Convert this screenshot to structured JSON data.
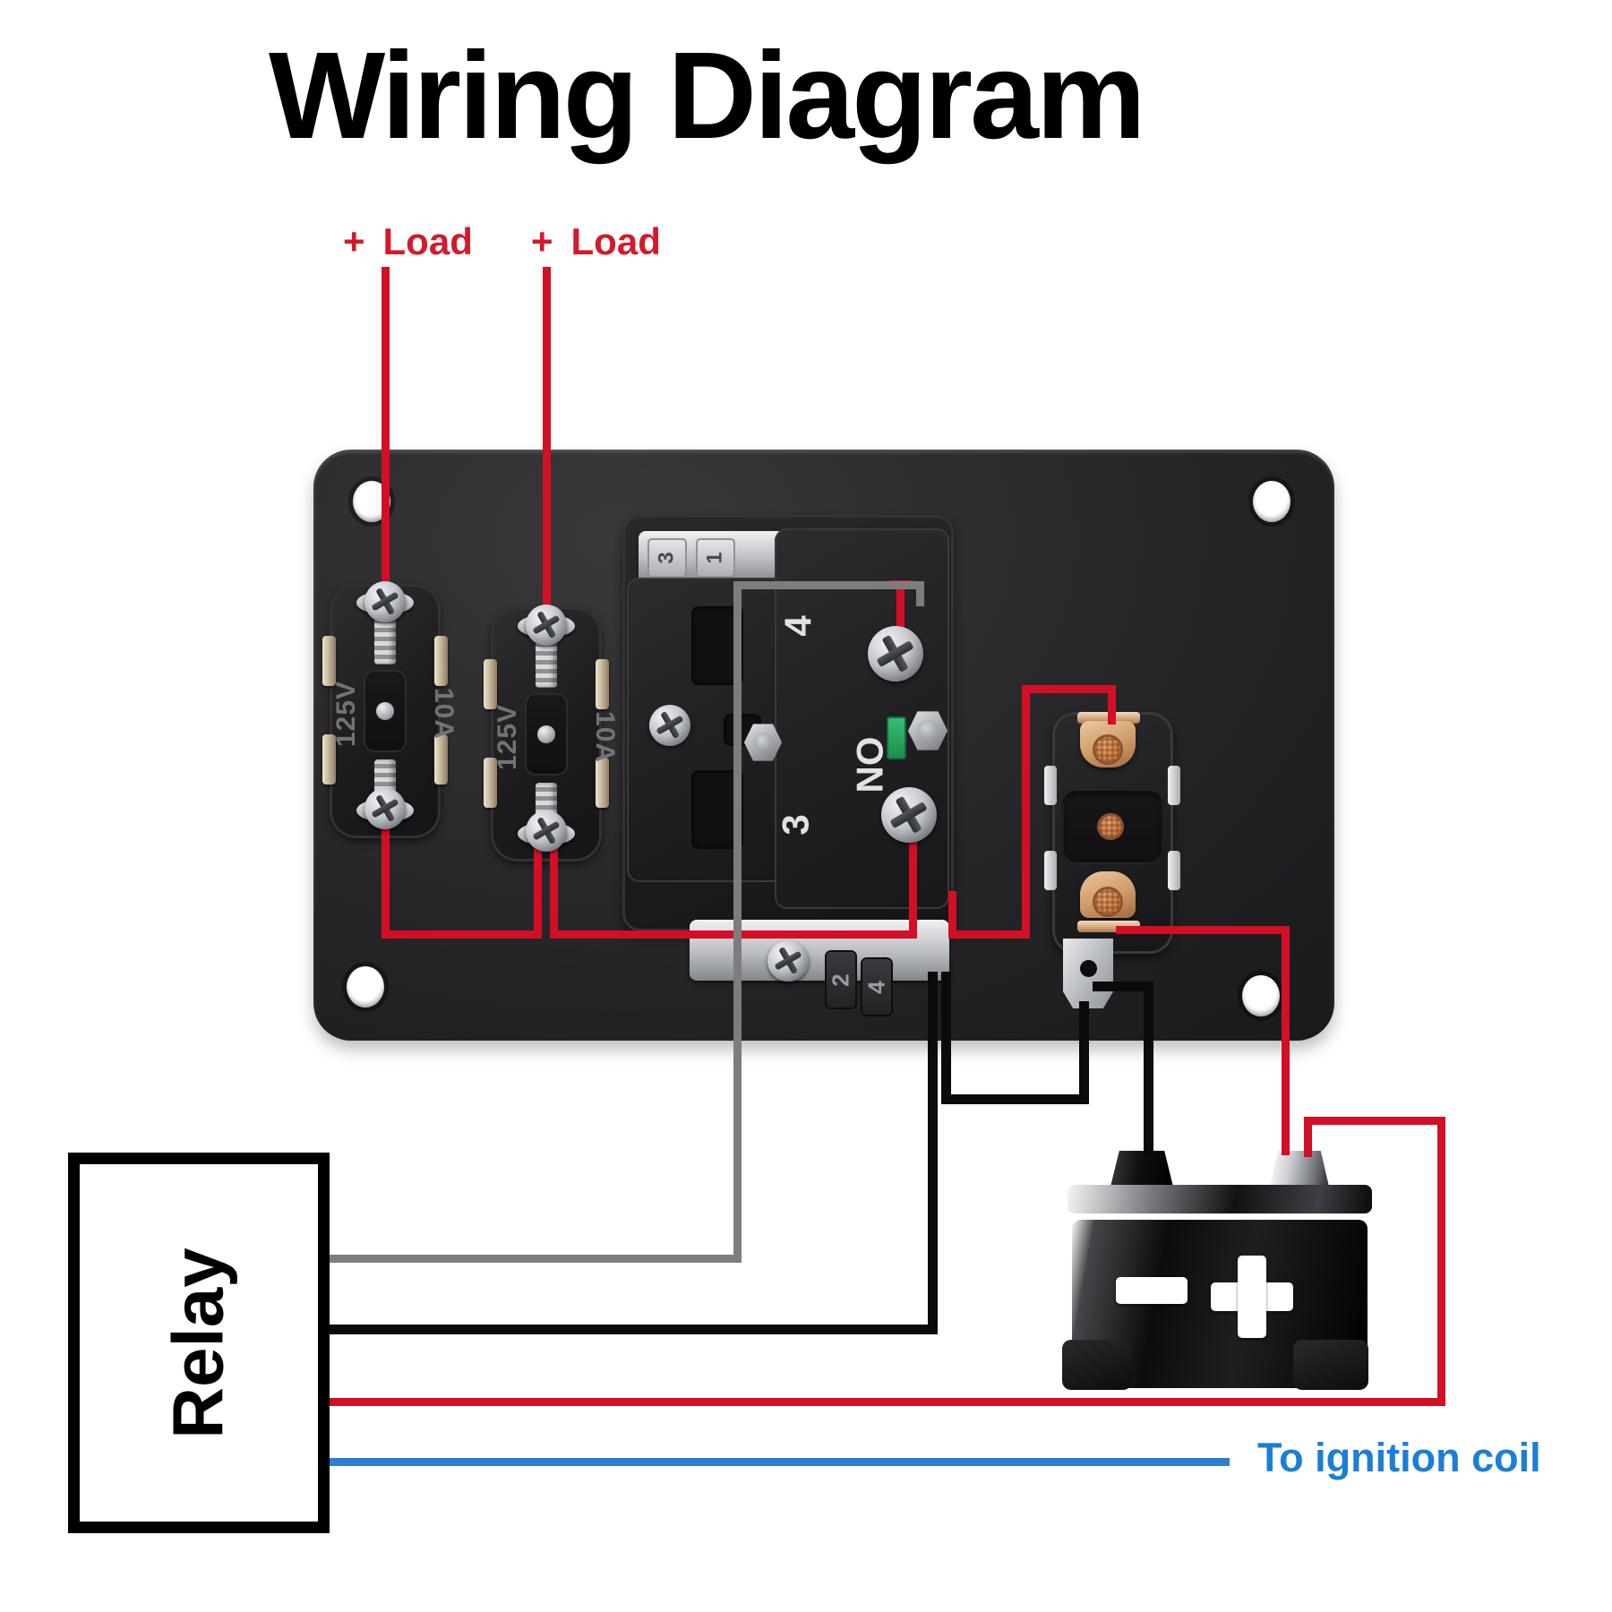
{
  "title": "Wiring Diagram",
  "loads": [
    {
      "plus": "+",
      "label": "Load"
    },
    {
      "plus": "+",
      "label": "Load"
    }
  ],
  "relay": {
    "label": "Relay"
  },
  "ignition": {
    "label": "To ignition coil"
  },
  "switches": [
    {
      "voltage": "125V",
      "current": "10A"
    },
    {
      "voltage": "125V",
      "current": "10A"
    }
  ],
  "contact_block": {
    "terminal_top": "4",
    "contact_type": "NO",
    "terminal_bottom": "3",
    "top_tabs": [
      "3",
      "1"
    ],
    "bottom_tabs": [
      "2",
      "4"
    ]
  },
  "battery": {
    "negative_symbol": "-",
    "positive_symbol": "+"
  },
  "colors": {
    "wire_red": "#d30f25",
    "wire_black": "#0b0b0b",
    "wire_gray": "#7d7d7f",
    "wire_blue": "#2a7fd0",
    "load_label_red": "#d31a2b",
    "ignition_blue": "#1a7fd6"
  }
}
